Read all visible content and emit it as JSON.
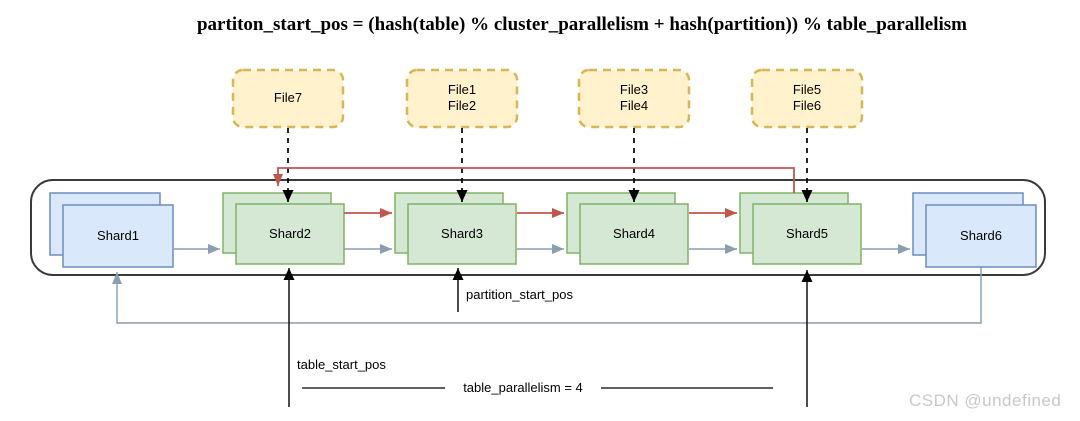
{
  "title": "partiton_start_pos = (hash(table) % cluster_parallelism + hash(partition)) % table_parallelism",
  "file_groups": [
    {
      "lines": [
        "File7",
        ""
      ]
    },
    {
      "lines": [
        "File1",
        "File2"
      ]
    },
    {
      "lines": [
        "File3",
        "File4"
      ]
    },
    {
      "lines": [
        "File5",
        "File6"
      ]
    }
  ],
  "shards": [
    {
      "label": "Shard1",
      "type": "blue"
    },
    {
      "label": "Shard2",
      "type": "green"
    },
    {
      "label": "Shard3",
      "type": "green"
    },
    {
      "label": "Shard4",
      "type": "green"
    },
    {
      "label": "Shard5",
      "type": "green"
    },
    {
      "label": "Shard6",
      "type": "blue"
    }
  ],
  "annotations": {
    "partition_start_pos": "partition_start_pos",
    "table_start_pos": "table_start_pos",
    "table_parallelism": "table_parallelism = 4"
  },
  "watermark": "CSDN @undefined",
  "colors": {
    "file_fill": "#FFF2CC",
    "file_border": "#D6B656",
    "green_fill": "#D5E8D4",
    "green_border": "#82B366",
    "blue_fill": "#DAE8FC",
    "blue_border": "#6C8EBF",
    "red_arrow": "#C0564E",
    "gray_arrow": "#8A9EB1",
    "container_border": "#3A3A3A",
    "dashed_arrow": "#000000",
    "watermark_gray": "#C9C9C9"
  }
}
